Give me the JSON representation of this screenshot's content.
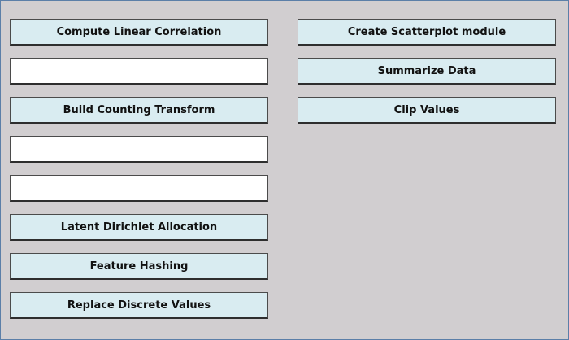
{
  "left_column": {
    "slots": [
      {
        "type": "button",
        "label": "Compute Linear Correlation"
      },
      {
        "type": "empty",
        "label": ""
      },
      {
        "type": "button",
        "label": "Build Counting Transform"
      },
      {
        "type": "empty",
        "label": ""
      },
      {
        "type": "empty",
        "label": ""
      },
      {
        "type": "button",
        "label": "Latent Dirichlet Allocation"
      },
      {
        "type": "button",
        "label": "Feature Hashing"
      },
      {
        "type": "button",
        "label": "Replace Discrete Values"
      }
    ]
  },
  "right_column": {
    "slots": [
      {
        "type": "button",
        "label": "Create Scatterplot module"
      },
      {
        "type": "button",
        "label": "Summarize Data"
      },
      {
        "type": "button",
        "label": "Clip Values"
      }
    ]
  },
  "colors": {
    "background": "#d1ced0",
    "button": "#d9ecf1",
    "empty_slot": "#ffffff",
    "outer_border": "#5b7fa8"
  }
}
